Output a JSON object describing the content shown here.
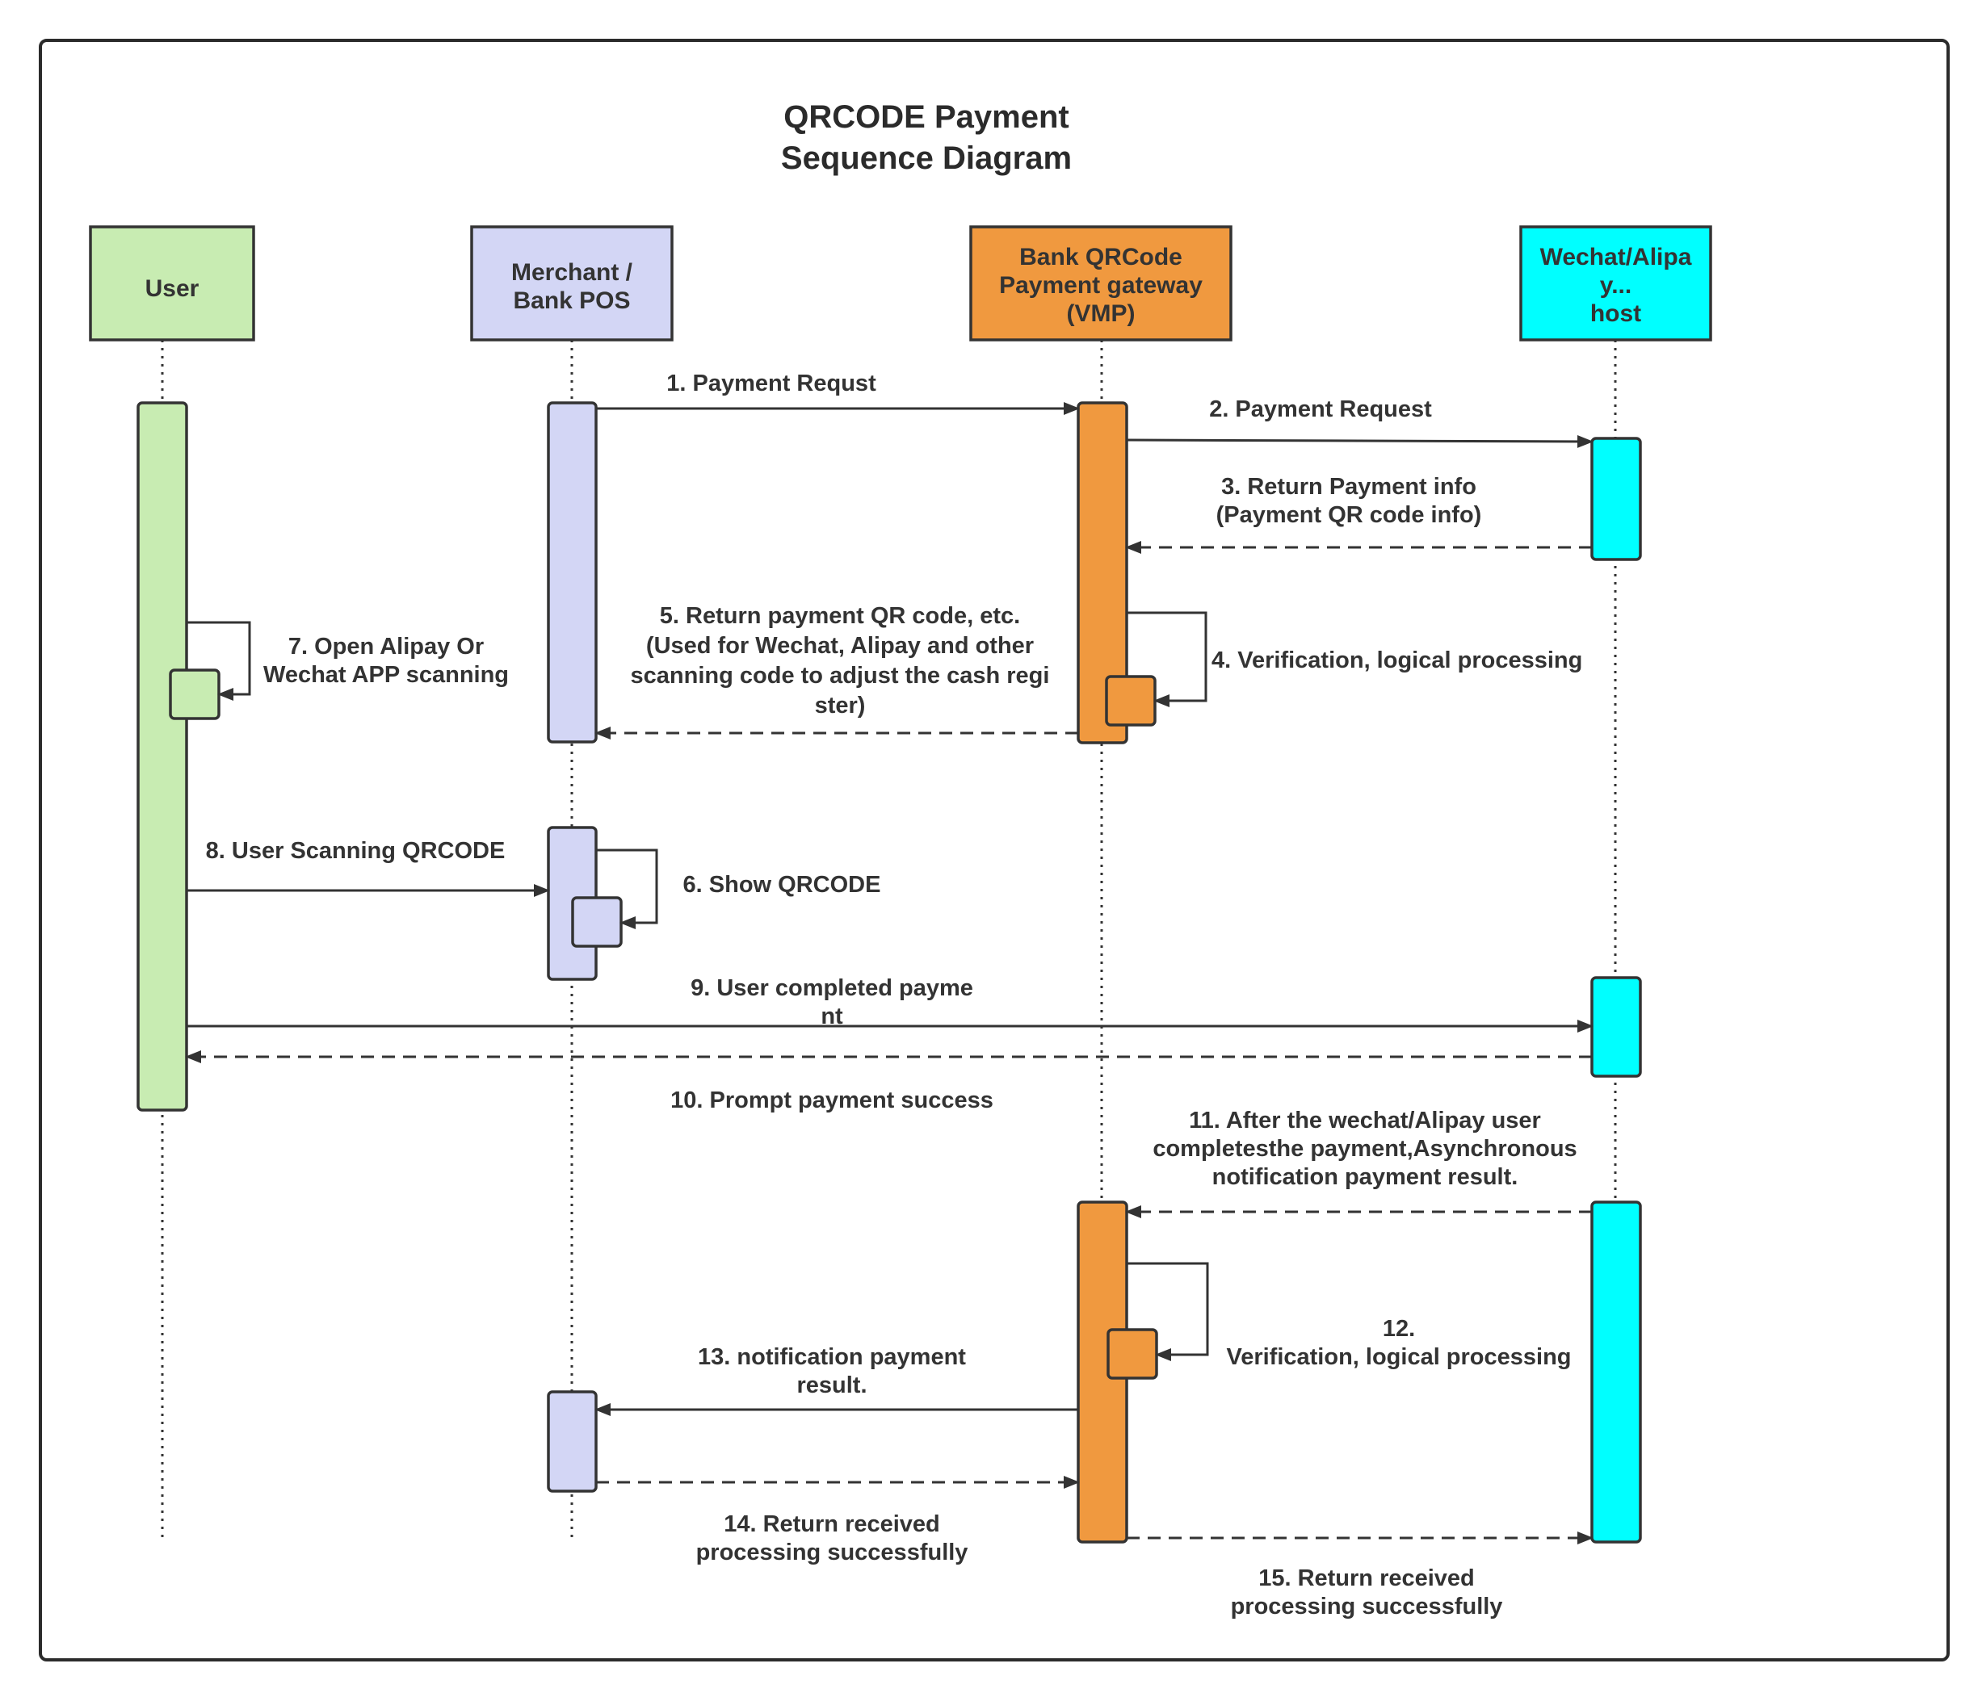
{
  "title": [
    "QRCODE Payment",
    "Sequence Diagram"
  ],
  "participants": [
    {
      "id": "user",
      "label": [
        "User"
      ],
      "color": "#c8ecb2"
    },
    {
      "id": "pos",
      "label": [
        "Merchant /",
        "Bank POS"
      ],
      "color": "#d3d6f5"
    },
    {
      "id": "vmp",
      "label": [
        "Bank QRCode",
        "Payment gateway",
        "(VMP)"
      ],
      "color": "#f0993f"
    },
    {
      "id": "host",
      "label": [
        "Wechat/Alipa",
        "y...",
        "host"
      ],
      "color": "#00ffff"
    }
  ],
  "messages": [
    {
      "id": "m1",
      "from": "pos",
      "to": "vmp",
      "style": "solid",
      "label": [
        "1. Payment Requst"
      ]
    },
    {
      "id": "m2",
      "from": "vmp",
      "to": "host",
      "style": "solid",
      "label": [
        "2. Payment Request"
      ]
    },
    {
      "id": "m3",
      "from": "host",
      "to": "vmp",
      "style": "dashed",
      "label": [
        "3. Return Payment info",
        "(Payment QR code info)"
      ]
    },
    {
      "id": "m4",
      "from": "vmp",
      "to": "vmp",
      "style": "self",
      "label": [
        "4. Verification, logical processing"
      ]
    },
    {
      "id": "m5",
      "from": "vmp",
      "to": "pos",
      "style": "dashed",
      "label": [
        "5. Return payment QR code, etc.",
        "(Used for Wechat, Alipay and other",
        "scanning code to adjust the cash regi",
        "ster)"
      ]
    },
    {
      "id": "m6",
      "from": "pos",
      "to": "pos",
      "style": "self",
      "label": [
        "6. Show QRCODE"
      ]
    },
    {
      "id": "m7",
      "from": "user",
      "to": "user",
      "style": "self",
      "label": [
        "7. Open Alipay Or",
        "Wechat APP scanning"
      ]
    },
    {
      "id": "m8",
      "from": "user",
      "to": "pos",
      "style": "solid",
      "label": [
        "8.  User Scanning QRCODE"
      ]
    },
    {
      "id": "m9",
      "from": "user",
      "to": "host",
      "style": "solid",
      "label": [
        "9.  User completed payme",
        "nt"
      ]
    },
    {
      "id": "m10",
      "from": "host",
      "to": "user",
      "style": "dashed",
      "label": [
        "10.  Prompt payment success"
      ]
    },
    {
      "id": "m11",
      "from": "host",
      "to": "vmp",
      "style": "dashed",
      "label": [
        "11. After the wechat/Alipay user",
        "completesthe payment,Asynchronous",
        "notification payment result."
      ]
    },
    {
      "id": "m12",
      "from": "vmp",
      "to": "vmp",
      "style": "self",
      "label": [
        "12.",
        "Verification, logical processing"
      ]
    },
    {
      "id": "m13",
      "from": "vmp",
      "to": "pos",
      "style": "solid",
      "label": [
        "13. notification payment",
        "result."
      ]
    },
    {
      "id": "m14",
      "from": "pos",
      "to": "vmp",
      "style": "dashed",
      "label": [
        "14. Return received",
        "processing successfully"
      ]
    },
    {
      "id": "m15",
      "from": "vmp",
      "to": "host",
      "style": "dashed",
      "label": [
        "15. Return received",
        "processing successfully"
      ]
    }
  ]
}
